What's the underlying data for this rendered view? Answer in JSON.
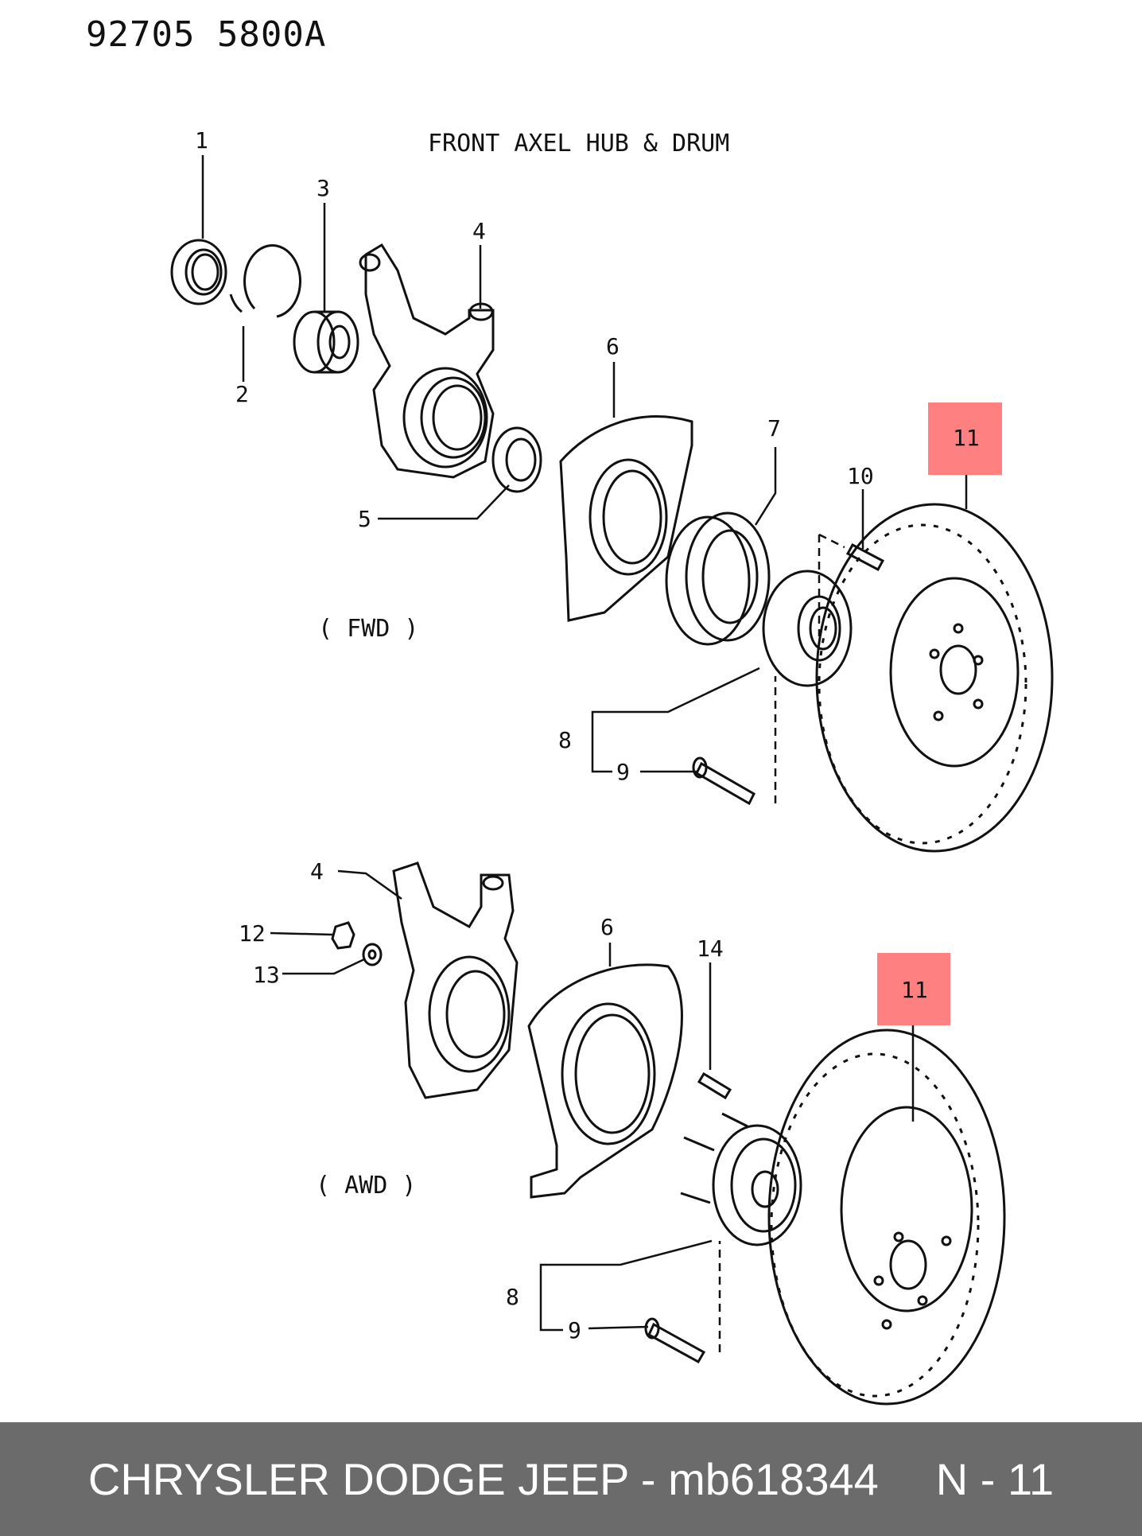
{
  "header": {
    "doc_code": "92705  5800A"
  },
  "diagram": {
    "title": "FRONT AXEL HUB & DRUM",
    "fwd_label": "( FWD )",
    "awd_label": "( AWD )",
    "callouts_fwd": [
      "1",
      "2",
      "3",
      "4",
      "5",
      "6",
      "7",
      "8",
      "9",
      "10",
      "11"
    ],
    "callouts_awd": [
      "4",
      "12",
      "13",
      "6",
      "14",
      "8",
      "9",
      "11"
    ],
    "highlight_color": "#ff8080",
    "highlighted_part": "11"
  },
  "footer": {
    "brand_part": "CHRYSLER DODGE JEEP - mb618344",
    "page_ref": "N - 11",
    "background": "#6b6b6b"
  }
}
